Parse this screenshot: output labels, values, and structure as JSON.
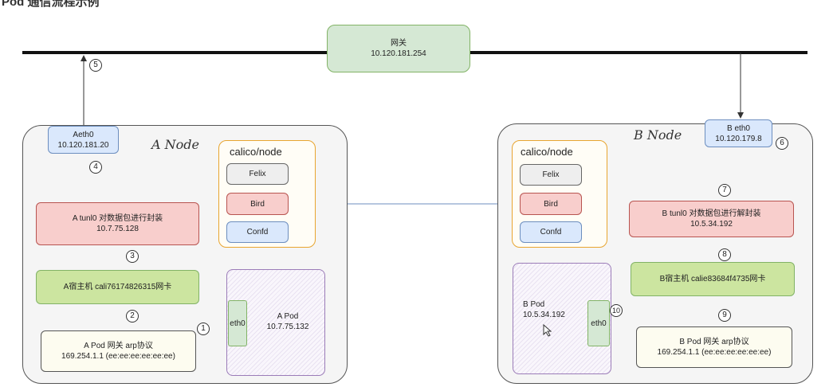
{
  "title": "Pod 通信流程示例",
  "gateway": {
    "name": "网关",
    "ip": "10.120.181.254"
  },
  "nodeA": {
    "label": "A Node",
    "eth": {
      "name": "Aeth0",
      "ip": "10.120.181.20"
    },
    "tunl": {
      "text": "A tunl0 对数据包进行封装",
      "ip": "10.7.75.128"
    },
    "cali": {
      "text": "A宿主机 cali76174826315网卡"
    },
    "arp": {
      "text": "A Pod 网关 arp协议",
      "detail": "169.254.1.1  (ee:ee:ee:ee:ee:ee)"
    },
    "pod": {
      "name": "A Pod",
      "ip": "10.7.75.132",
      "eth": "eth0"
    }
  },
  "nodeB": {
    "label": "B Node",
    "eth": {
      "name": "B eth0",
      "ip": "10.120.179.8"
    },
    "tunl": {
      "text": "B tunl0 对数据包进行解封装",
      "ip": "10.5.34.192"
    },
    "cali": {
      "text": "B宿主机 calie83684f4735网卡"
    },
    "arp": {
      "text": "B Pod 网关 arp协议",
      "detail": "169.254.1.1  (ee:ee:ee:ee:ee:ee)"
    },
    "pod": {
      "name": "B Pod",
      "ip": "10.5.34.192",
      "eth": "eth0"
    }
  },
  "calico": {
    "title": "calico/node",
    "components": [
      "Felix",
      "Bird",
      "Confd"
    ]
  },
  "steps": [
    "1",
    "2",
    "3",
    "4",
    "5",
    "6",
    "7",
    "8",
    "9",
    "10"
  ],
  "colors": {
    "gateway": "#d5e8d4",
    "eth": "#dae8fc",
    "tunl": "#f8cecc",
    "cali": "#cce5a0",
    "arp": "#fdfcf0",
    "calico_border": "#e8a530",
    "pod_border": "#9b7cb8",
    "link": "#6c8ebf"
  }
}
